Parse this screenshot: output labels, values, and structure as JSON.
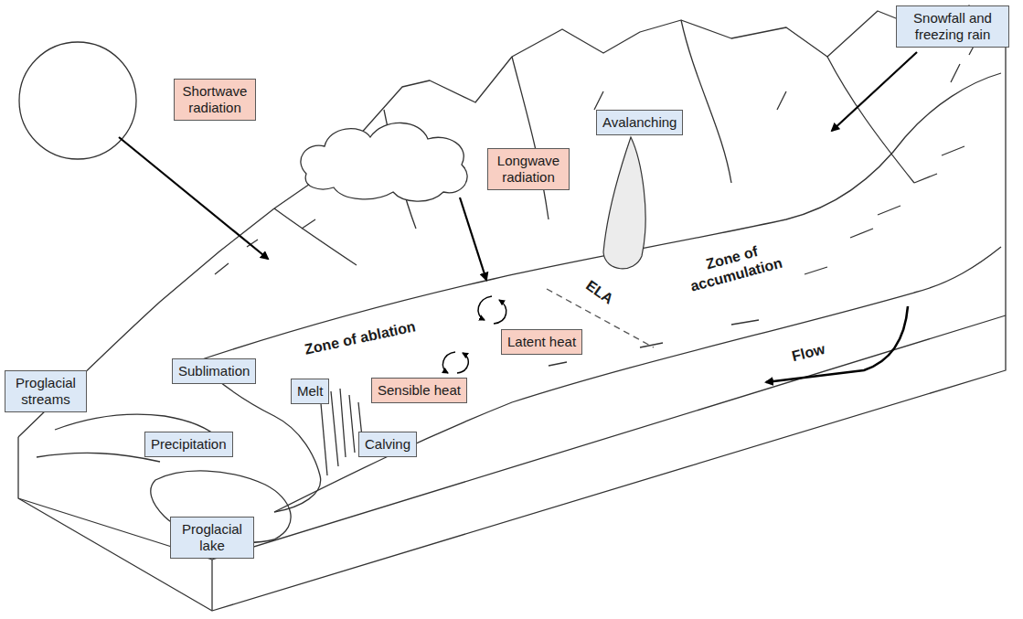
{
  "diagram": {
    "nodes": [
      {
        "text": [
          "Snowfall and freezing rain"
        ]
      },
      {
        "text": [
          "Shortwave radiation"
        ]
      },
      {
        "text": [
          "Avalanching"
        ]
      },
      {
        "text": [
          "Longwave radiation"
        ]
      },
      {
        "text": [
          "Latent heat"
        ]
      },
      {
        "text": [
          "Sublimation"
        ]
      },
      {
        "text": [
          "Proglacial streams"
        ]
      },
      {
        "text": [
          "Melt"
        ]
      },
      {
        "text": [
          "Sensible heat"
        ]
      },
      {
        "text": [
          "Precipitation"
        ]
      },
      {
        "text": [
          "Calving"
        ]
      },
      {
        "text": [
          "Proglacial lake"
        ]
      }
    ],
    "labels": [
      "Zone of accumulation",
      "ELA",
      "Zone of ablation",
      "Flow"
    ]
  }
}
